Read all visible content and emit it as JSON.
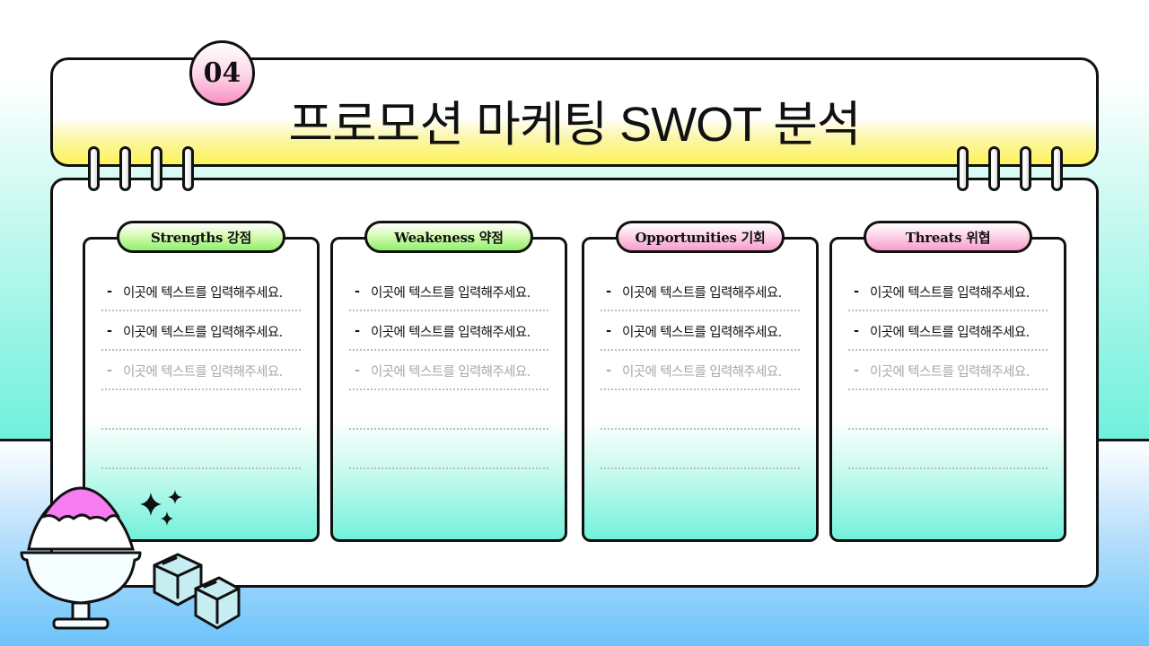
{
  "slide": {
    "number": "04",
    "title": "프로모션 마케팅 SWOT 분석"
  },
  "colors": {
    "header_yellow": "#fcf35a",
    "badge_pink": "#f98fc4",
    "tag_green": "#8ef06c",
    "tag_pink": "#f99ccb",
    "teal": "#72f1db",
    "sky_blue": "#6cc3fb",
    "outline": "#111111",
    "faded_text": "#a8a8a8"
  },
  "swot": [
    {
      "key": "strengths",
      "label": "Strengths 강점",
      "items": [
        "이곳에 텍스트를 입력해주세요.",
        "이곳에 텍스트를 입력해주세요.",
        "이곳에 텍스트를 입력해주세요.",
        "",
        ""
      ]
    },
    {
      "key": "weakness",
      "label": "Weakeness 약점",
      "items": [
        "이곳에 텍스트를 입력해주세요.",
        "이곳에 텍스트를 입력해주세요.",
        "이곳에 텍스트를 입력해주세요.",
        "",
        ""
      ]
    },
    {
      "key": "opportunities",
      "label": "Opportunities 기회",
      "items": [
        "이곳에 텍스트를 입력해주세요.",
        "이곳에 텍스트를 입력해주세요.",
        "이곳에 텍스트를 입력해주세요.",
        "",
        ""
      ]
    },
    {
      "key": "threats",
      "label": "Threats 위협",
      "items": [
        "이곳에 텍스트를 입력해주세요.",
        "이곳에 텍스트를 입력해주세요.",
        "이곳에 텍스트를 입력해주세요.",
        "",
        ""
      ]
    }
  ],
  "bullet": "-",
  "icons": {
    "rings": "binder-ring-icon",
    "shaved_ice": "shaved-ice-icon",
    "sparkle": "sparkle-icon",
    "ice_cubes": "ice-cube-icon"
  }
}
